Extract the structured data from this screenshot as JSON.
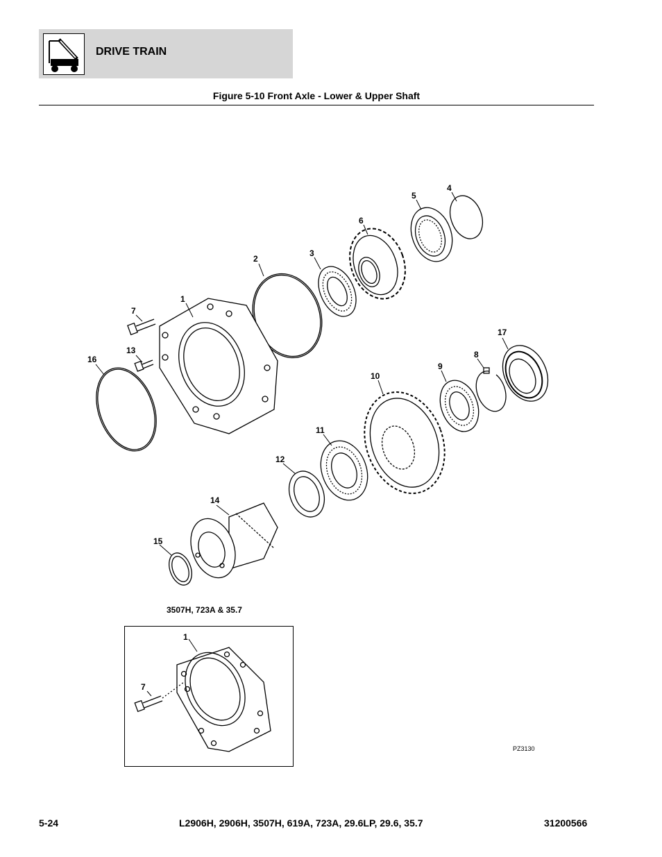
{
  "header": {
    "section_title": "DRIVE TRAIN",
    "logo_icon": "aerial-lift-icon"
  },
  "figure": {
    "title": "Figure 5-10 Front Axle - Lower & Upper Shaft",
    "callouts": {
      "c1": "1",
      "c2": "2",
      "c3": "3",
      "c4": "4",
      "c5": "5",
      "c6": "6",
      "c7": "7",
      "c8": "8",
      "c9": "9",
      "c10": "10",
      "c11": "11",
      "c12": "12",
      "c13": "13",
      "c14": "14",
      "c15": "15",
      "c16": "16",
      "c17": "17"
    },
    "variant_label": "3507H, 723A & 35.7",
    "inset_callouts": {
      "c1": "1",
      "c7": "7"
    },
    "drawing_code": "PZ3130"
  },
  "footer": {
    "page_number": "5-24",
    "models": "L2906H, 2906H, 3507H, 619A, 723A, 29.6LP, 29.6, 35.7",
    "doc_number": "31200566"
  }
}
